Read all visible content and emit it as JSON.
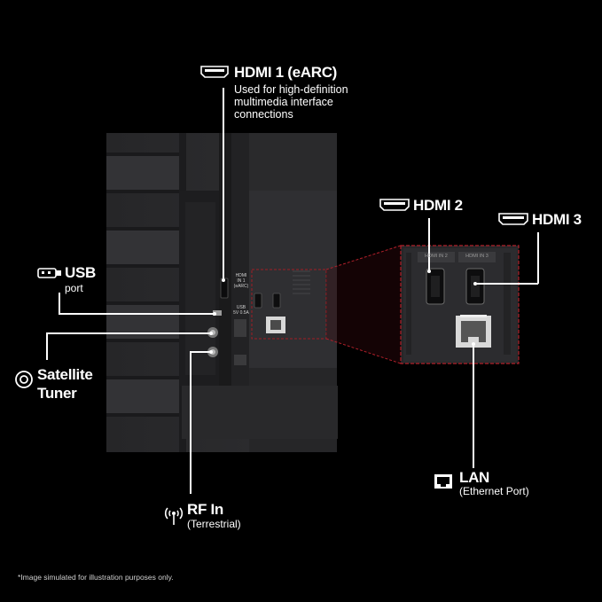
{
  "labels": {
    "hdmi1": {
      "title": "HDMI 1 (eARC)",
      "desc": [
        "Used for high-definition",
        "multimedia interface",
        "connections"
      ]
    },
    "hdmi2": {
      "title": "HDMI 2"
    },
    "hdmi3": {
      "title": "HDMI 3"
    },
    "usb": {
      "title": "USB",
      "sub": "port"
    },
    "satellite": {
      "title_line1": "Satellite",
      "title_line2": "Tuner"
    },
    "rf": {
      "title": "RF In",
      "sub": "(Terrestrial)"
    },
    "lan": {
      "title": "LAN",
      "sub": "(Ethernet Port)"
    }
  },
  "panel_print": {
    "hdmi_label": "HDMI",
    "hdmi_sub": "IN 1",
    "earc": "(eARC)",
    "usb_label": "USB",
    "usb_rating": "5V 0.5A",
    "hdmi2_small": "HDMI IN 2",
    "hdmi3_small": "HDMI IN 3"
  },
  "disclaimer": "*Image simulated for illustration purposes only.",
  "colors": {
    "background": "#000000",
    "text": "#ffffff",
    "zoom_outline": "#b0202a",
    "panel": "#2b2b2d"
  },
  "icons": [
    "hdmi-icon",
    "usb-icon",
    "satellite-icon",
    "antenna-icon",
    "lan-icon"
  ]
}
